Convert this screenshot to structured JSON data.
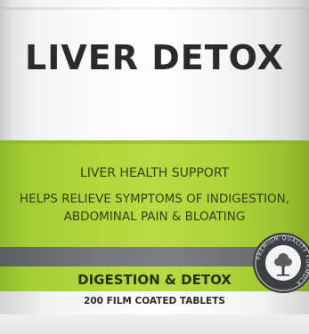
{
  "label": {
    "title": "LIVER DETOX",
    "subtitle": "LIVER HEALTH SUPPORT",
    "claim_line1": "HELPS RELIEVE SYMPTOMS OF INDIGESTION,",
    "claim_line2": "ABDOMINAL PAIN & BLOATING",
    "category": "DIGESTION & DETOX",
    "count": "200 FILM COATED TABLETS"
  },
  "seal": {
    "text": "PREMIUM QUALITY FORMULA",
    "icon": "tree-icon"
  },
  "colors": {
    "green": "#b2d63c",
    "grey_band": "#74777b",
    "text_dark": "#2b2b2b",
    "seal_dark": "#3c3f43"
  }
}
